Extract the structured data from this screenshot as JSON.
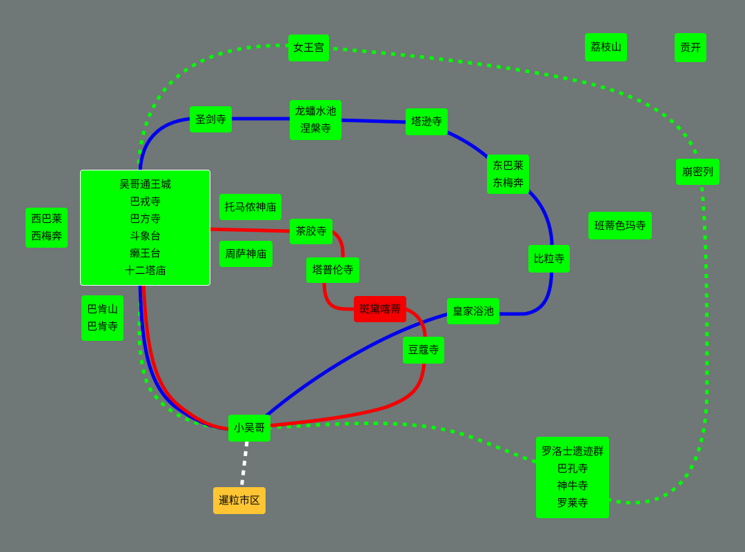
{
  "colors": {
    "background": "#6f7777",
    "node": "#00ff00",
    "highlight_node": "#f40000",
    "terminus_node": "#ffc533",
    "blue_route": "#0000ee",
    "red_route": "#f40000",
    "green_route": "#00ff00",
    "white_route": "#ffffff"
  },
  "nodes": {
    "angkor_thom": [
      "吴哥通王城",
      "巴戎寺",
      "巴方寺",
      "斗象台",
      "癞王台",
      "十二塔庙"
    ],
    "west_baray": [
      "西巴莱",
      "西梅奔"
    ],
    "bakong": [
      "巴肯山",
      "巴肯寺"
    ],
    "thommanon": [
      "托马侬神庙"
    ],
    "chau_say": [
      "周萨神庙"
    ],
    "ta_keo": [
      "茶胶寺"
    ],
    "ta_prohm": [
      "塔普伦寺"
    ],
    "banteay_kdei": [
      "斑黛喀蒂"
    ],
    "srah_srang": [
      "皇家浴池"
    ],
    "banteay_samre": [
      "豆蔻寺"
    ],
    "small_circuit": [
      "小吴哥"
    ],
    "siem_reap": [
      "暹粒市区"
    ],
    "preah_khan": [
      "圣剑寺"
    ],
    "neak_pean": [
      "龙蟠水池",
      "涅槃寺"
    ],
    "ta_som": [
      "塔逊寺"
    ],
    "east_baray": [
      "东巴莱",
      "东梅奔"
    ],
    "pre_rup": [
      "比粒寺"
    ],
    "banteay_srei": [
      "女王宫"
    ],
    "kbal_spean": [
      "荔枝山"
    ],
    "koh_ker": [
      "贡开"
    ],
    "beng_mealea": [
      "崩密列"
    ],
    "banteay_chhmar": [
      "班蒂色玛寺"
    ],
    "roluos": [
      "罗洛士遗迹群",
      "巴孔寺",
      "神牛寺",
      "罗莱寺"
    ]
  }
}
